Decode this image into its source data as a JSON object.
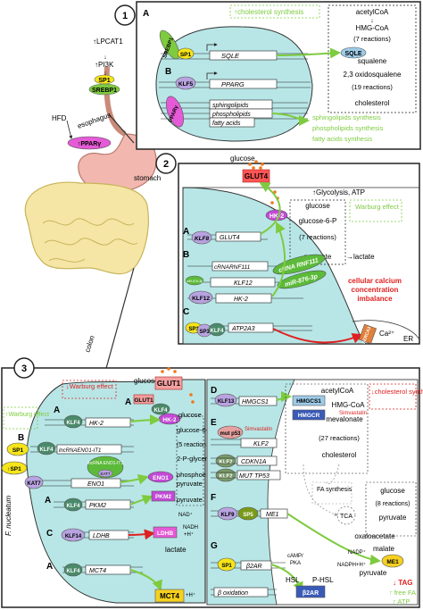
{
  "panel_numbers": [
    "1",
    "2",
    "3"
  ],
  "organs": {
    "esophagus": "esophagus",
    "stomach": "stomach",
    "colon": "colon",
    "f_nucleatum": "F. nucleatum",
    "hfd": "HFD"
  },
  "panel1": {
    "A": "A",
    "B": "B",
    "lpcat1": "↑LPCAT1",
    "pi3k": "↑PI3K",
    "sp1": "SP1",
    "srebp1": "SREBP1",
    "srebp1_box": "SREBP1",
    "sp1_box": "SP1",
    "sqle_gene": "SQLE",
    "klf5": "KLF5",
    "pparg_gene": "PPARG",
    "ppar_box": "PPARγ",
    "hfd_ppar": "↑PPARγ",
    "targets": [
      "sphingolipids",
      "phospholipids",
      "fatty acids"
    ],
    "cholesterol_synthesis": "↑cholesterol synthesis",
    "pathway": [
      "acetylCoA",
      "HMG-CoA",
      "(7 reactions)",
      "SQLE",
      "squalene",
      "2,3 oxidosqualene",
      "(19 reactions)",
      "cholesterol"
    ],
    "green_outcomes": [
      "sphingolipids synthesis",
      "phospholipids synthesis",
      "fatty acids synthesis"
    ]
  },
  "panel2": {
    "A": "A",
    "B": "B",
    "C": "C",
    "glucose": "glucose",
    "glut4": "GLUT4",
    "glycolysis": "↑Glycolysis, ATP",
    "warburg": "Warburg effect",
    "hk2": "HK-2",
    "pathway": [
      "glucose",
      "glucose-6-P",
      "(7 reactions)",
      "pyruvate"
    ],
    "lactate": "→lactate",
    "klf8": "KLF8",
    "glut4_gene": "GLUT4",
    "crna_gene": "cRNARNF111",
    "crna_label": "cRNA RNF111",
    "mir": "miR-876-3p",
    "mir_small": "miR-876-3p",
    "klf12_gene": "KLF12",
    "klf12": "KLF12",
    "hk2_gene": "HK-2",
    "calcium": [
      "cellular calcium",
      "concentration",
      "imbalance"
    ],
    "sp1": "SP1",
    "sp3": "SP3",
    "klf4": "KLF4",
    "atp2a3": "ATP2A3",
    "serca3": "SERCA3",
    "ca": "Ca²⁺",
    "er": "ER"
  },
  "panel3": {
    "glucose": "glucose",
    "glut1": "GLUT1",
    "warburg_down": "↓Warburg effect",
    "A": "A",
    "B": "B",
    "C": "C",
    "D": "D",
    "E": "E",
    "F": "F",
    "G": "G",
    "klf4": "KLF4",
    "hk2_gene": "HK-2",
    "hk2": "HK-2",
    "warburg_up": "↑Warburg effect",
    "sp1": "SP1",
    "sp1_up": "↑SP1",
    "lncrna_gene": "lncRNAENO1-IT1",
    "lncrna_label": "lncRNA ENO1-IT1",
    "kat7_small": "KAT7",
    "kat7": "KAT7",
    "eno1_gene": "ENO1",
    "eno1": "ENO1",
    "pathway": [
      "glucose",
      "glucose-6-P",
      "(5 reactions)",
      "2-P-glycerate",
      "phosphoenol",
      "pyruvate",
      "pyruvate"
    ],
    "pkm2_gene": "PKM2",
    "pkm2": "PKM2",
    "nad": "NAD⁺",
    "nadh": "NADH",
    "h": "+H⁺",
    "klf14": "KLF14",
    "ldhb_gene": "LDHB",
    "ldhb": "LDHB",
    "lactate": "lactate",
    "mct4_gene": "MCT4",
    "mct4": "MCT4",
    "h_out": "+H⁺",
    "klf13": "KLF13",
    "hmgcs1_gene": "HMGCS1",
    "chol": "↓cholesterol synthesis",
    "chol_pathway": [
      "acetylCoA",
      "HMGCS1",
      "HMG-CoA",
      "HMGCR",
      "mevalonate",
      "(27 reactions)",
      "cholesterol"
    ],
    "simvastatin": "Simvastatin",
    "simvastatin2": "Simvastatin",
    "mutp53": "mut p53",
    "klf2_gene": "KLF2",
    "klf2a": "KLF2",
    "cdkn1a": "CDKN1A",
    "klf2b": "KLF2",
    "mut_tp53": "MUT TP53",
    "fa_synthesis": "FA synthesis",
    "tca": "TCA",
    "right_pathway": [
      "glucose",
      "(8 reactions)",
      "pyruvate",
      "oxaloacetate",
      "malate",
      "pyruvate"
    ],
    "klf9": "KLF9",
    "sp5": "SP5",
    "me1_gene": "ME1",
    "me1": "ME1",
    "nadp": "NADP⁺",
    "nadph": "NADPH+H⁺",
    "sp1_g": "SP1",
    "b2ar_gene": "β2AR",
    "camp": "cAMP/",
    "pka": "PKA",
    "hsl": "HSL",
    "phsl": "P-HSL",
    "b2ar": "β2AR",
    "beta_ox": "β oxidation",
    "outcomes": [
      "↓ TAG",
      "↑ free FA",
      "↑ ATP"
    ]
  }
}
